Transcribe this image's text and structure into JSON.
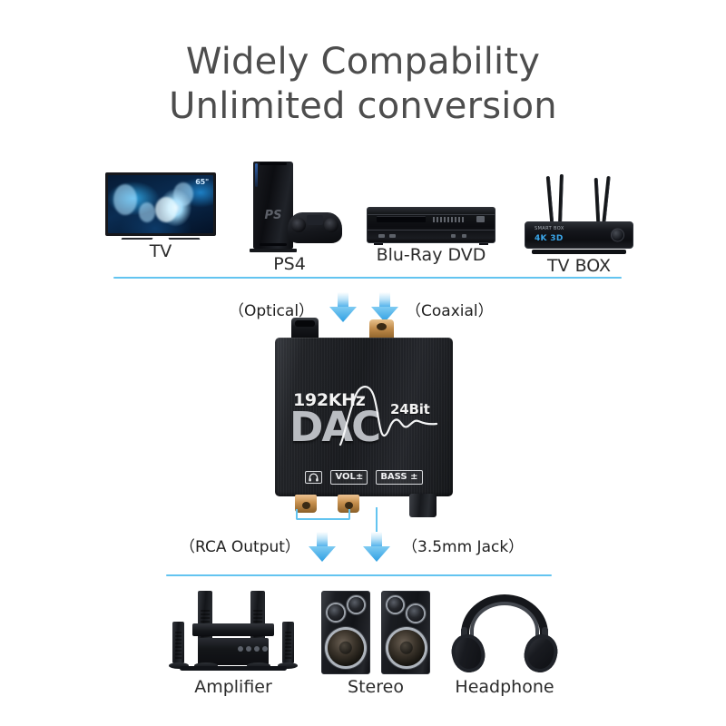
{
  "title": {
    "line1": "Widely Compability",
    "line2": "Unlimited conversion"
  },
  "colors": {
    "accent_blue": "#63c4f0",
    "arrow_blue": "#39a7e6",
    "title_gray": "#4d4d4d",
    "label_dark": "#2b2b2b",
    "gold": "#c08b4a",
    "device_black": "#1a1c20"
  },
  "sources": {
    "section_name": "input-devices",
    "items": [
      {
        "label": "TV",
        "icon": "television-icon",
        "badge": "65\""
      },
      {
        "label": "PS4",
        "icon": "game-console-icon",
        "logo": "PS"
      },
      {
        "label": "Blu-Ray DVD",
        "icon": "bluray-player-icon"
      },
      {
        "label": "TV BOX",
        "icon": "tv-box-icon",
        "screen_text": "4K 3D",
        "brand": "SMART BOX"
      }
    ]
  },
  "inputs": {
    "optical_label": "（Optical）",
    "coaxial_label": "（Coaxial）",
    "optical_port": "optical-toslink-port",
    "coaxial_port": "coaxial-rca-port"
  },
  "device": {
    "name": "dac-converter",
    "sample_rate": "192KHz",
    "bit_depth": "24Bit",
    "brand": "DAC",
    "buttons": [
      {
        "label": "",
        "icon": "headphone-icon",
        "name": "headphone-mode-button"
      },
      {
        "label": "VOL±",
        "name": "volume-button"
      },
      {
        "label": "BASS ±",
        "name": "bass-button"
      }
    ],
    "knob": "volume-knob",
    "rca_jacks": [
      "rca-left-jack",
      "rca-right-jack"
    ]
  },
  "outputs": {
    "rca_label": "（RCA Output）",
    "jack_label": "（3.5mm Jack）",
    "section_name": "output-devices",
    "items": [
      {
        "label": "Amplifier",
        "icon": "home-theater-icon"
      },
      {
        "label": "Stereo",
        "icon": "bookshelf-speakers-icon"
      },
      {
        "label": "Headphone",
        "icon": "headphones-icon"
      }
    ]
  }
}
